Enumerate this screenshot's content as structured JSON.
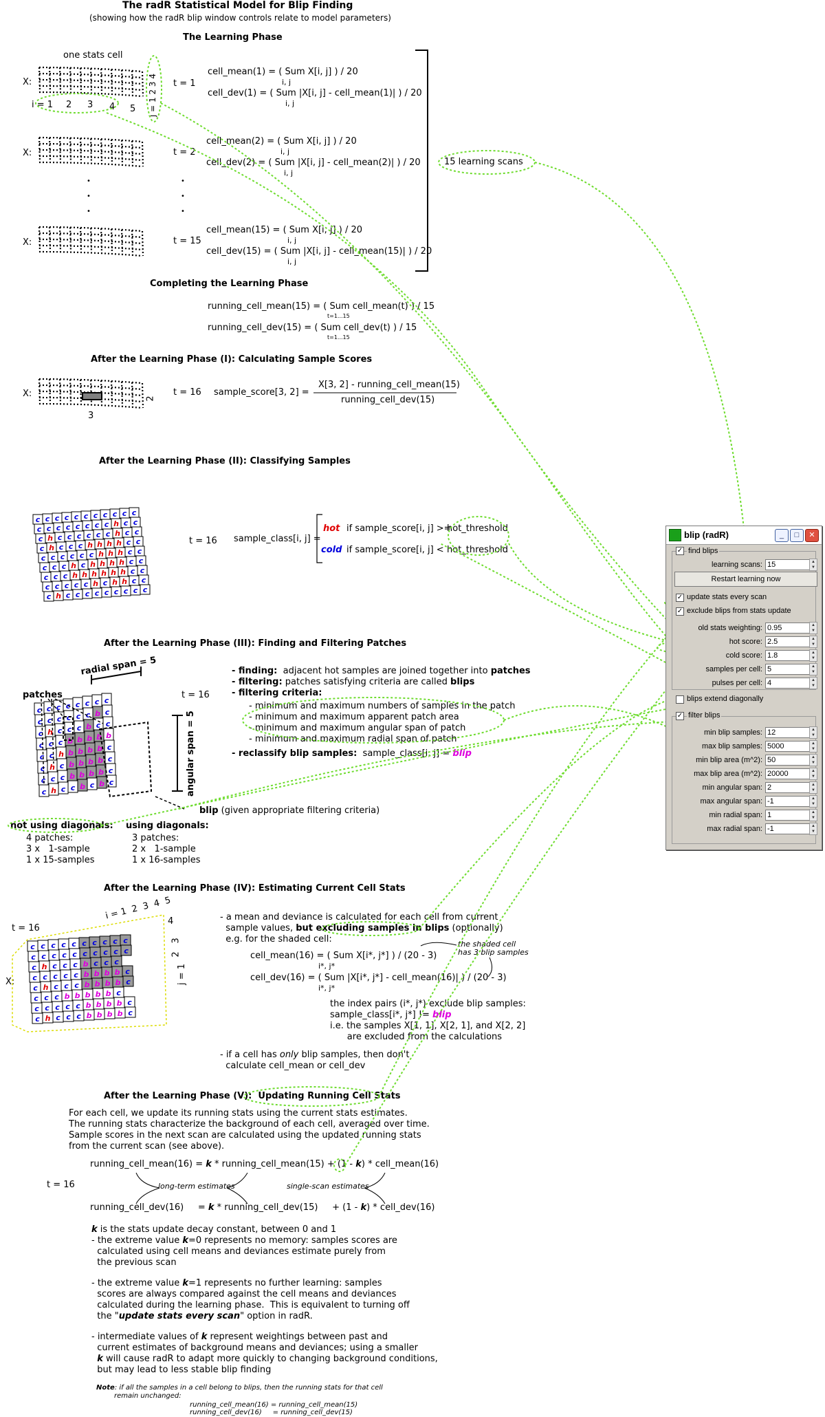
{
  "title": "The radR Statistical Model for Blip Finding",
  "subtitle": "(showing how the radR blip window controls relate to model parameters)",
  "learning": {
    "heading": "The Learning Phase",
    "one_stats_cell": "one stats cell",
    "x_label": "X:",
    "i_label": "i = 1",
    "i_vals": [
      "2",
      "3",
      "4",
      "5"
    ],
    "j_label": "j = 1  2  3  4",
    "t1": "t = 1",
    "t2": "t = 2",
    "t15": "t = 15",
    "dots": "•",
    "mean1": "cell_mean(1) = ( Sum X[i, j] ) / 20",
    "dev1": "cell_dev(1)    = ( Sum |X[i, j] - cell_mean(1)| ) / 20",
    "mean2": "cell_mean(2) = ( Sum X[i, j] ) / 20",
    "dev2": "cell_dev(2)    = ( Sum |X[i, j] - cell_mean(2)| ) / 20",
    "mean15": "cell_mean(15) = ( Sum X[i, j] ) / 20",
    "dev15": "cell_dev(15)    = ( Sum |X[i, j] - cell_mean(15)| ) / 20",
    "ij": "i, j",
    "fifteen_scans": "15 learning scans"
  },
  "completing": {
    "heading": "Completing the Learning Phase",
    "running_mean": "running_cell_mean(15)    =  ( Sum cell_mean(t) ) / 15",
    "running_dev": "running_cell_dev(15)       =  ( Sum cell_dev(t) ) / 15",
    "t_range": "t=1...15"
  },
  "phase1": {
    "heading": "After the Learning Phase (I):  Calculating Sample Scores",
    "x_label": "X:",
    "col3": "3",
    "row2": "2",
    "t16": "t = 16",
    "lhs": "sample_score[3, 2]  =",
    "num": "X[3, 2] - running_cell_mean(15)",
    "den": "running_cell_dev(15)"
  },
  "phase2": {
    "heading": "After the Learning Phase (II):  Classifying Samples",
    "t16": "t = 16",
    "lhs": "sample_class[i, j] =",
    "hot": "hot",
    "cold": "cold",
    "hot_cond": "if sample_score[i, j] >=",
    "cold_cond": "if sample_score[i, j]  <",
    "threshold": "hot_threshold"
  },
  "phase3": {
    "heading": "After the Learning Phase (III):  Finding and Filtering Patches",
    "radial_span": "radial span = 5",
    "angular_span": "angular span = 5",
    "patches": "patches",
    "t16": "t = 16",
    "finding_key": "- finding:",
    "finding_txt": "  adjacent hot samples are joined together into ",
    "finding_bold": "patches",
    "filtering_key": "- filtering:",
    "filtering_txt": " patches satisfying criteria are called ",
    "filtering_bold": "blips",
    "criteria": "- filtering criteria:",
    "crit": [
      "- minimum and maximum numbers of samples in the patch",
      "- minimum and maximum apparent patch area",
      "- minimum and maximum angular span of patch",
      "- minimum and maximum radial span of patch"
    ],
    "reclassify_key": "- reclassify blip samples:",
    "reclassify_txt": "  sample_class[i, j] = ",
    "blip": "blip",
    "blip_caption_b": "blip",
    "blip_caption": " (given appropriate filtering criteria)",
    "nodiag": "not using diagonals:",
    "nodiag_lines": [
      "4 patches:",
      "3 x   1-sample",
      "1 x 15-samples"
    ],
    "diag": "using diagonals:",
    "diag_lines": [
      "3 patches:",
      "2 x   1-sample",
      "1 x 16-samples"
    ]
  },
  "phase4": {
    "heading": "After the Learning Phase (IV):  Estimating Current Cell Stats",
    "t16": "t = 16",
    "x_label": "X:",
    "i_label": "i = 1  2  3  4  5",
    "j_labels": [
      "4",
      "3",
      "2",
      "j = 1"
    ],
    "line1": "- a mean and deviance is calculated for each cell from current",
    "line2a": "  sample values, ",
    "line2b": "but ",
    "line2c": "excluding samples in blips",
    "line2d": " (optionally)",
    "line3": "  e.g. for the shaded cell:",
    "note": "the shaded cell",
    "note2": "has 3 blip samples",
    "mean16": "cell_mean(16) = ( Sum X[i*, j*] ) / (20 - 3)",
    "dev16": "cell_dev(16)     = ( Sum |X[i*, j*] - cell_mean(16)| ) / (20 - 3)",
    "istar": "i*, j*",
    "idx1": "the index pairs (i*, j*) exclude blip samples:",
    "idx2": "sample_class[i*, j*] != ",
    "idx3": "i.e. the samples X[1, 1], X[2, 1], and X[2, 2]",
    "idx4": "      are excluded from the calculations",
    "only1a": "- if a cell has ",
    "only1b": "only",
    "only1c": " blip samples, then don't",
    "only2": "  calculate cell_mean or cell_dev"
  },
  "phase5": {
    "heading_a": "After the Learning Phase (V):  ",
    "heading_b": "Updating Running Cell Stats",
    "intro": [
      "For each cell, we update its running stats using the current stats estimates.",
      "The running stats characterize the background of each cell, averaged over time.",
      "Sample scores in the next scan are calculated using the updated running stats",
      "from the current scan (see above)."
    ],
    "t16": "t = 16",
    "rm_a": "running_cell_mean(16) = ",
    "k": "k",
    "rm_b": " * running_cell_mean(15) + (1 - ",
    "rm_c": ") * cell_mean(16)",
    "rd_a": "running_cell_dev(16)     = ",
    "rd_b": " * running_cell_dev(15)     + (1 - ",
    "rd_c": ") * cell_dev(16)",
    "long_term": "long-term estimates",
    "single_scan": "single-scan estimates",
    "k_desc": " is the stats update decay constant, between 0 and 1",
    "k0": [
      "- the extreme value ",
      "=0 represents no memory:  samples scores are",
      "  calculated using cell means and deviances estimate purely from",
      "  the previous scan"
    ],
    "k1": [
      "- the extreme value ",
      "=1 represents no further learning:  samples",
      "  scores are always compared against the cell means and deviances",
      "  calculated during the learning phase.  This is equivalent to turning off",
      "  the \"",
      "update stats every scan",
      "\" option in radR."
    ],
    "kmid": [
      "- intermediate values of ",
      " represent weightings between past and",
      "  current estimates of background means and deviances; using a smaller",
      " will cause radR to adapt more quickly to changing background conditions,",
      "  but may lead to less stable blip finding"
    ],
    "note_b": "Note",
    "note": ":  if all the samples in a cell belong to blips, then the running stats for that cell",
    "note2": "remain unchanged:",
    "note3": "running_cell_mean(16) = running_cell_mean(15)",
    "note4": "running_cell_dev(16)     = running_cell_dev(15)"
  },
  "radr": {
    "title": "blip (radR)",
    "find_blips": "find blips",
    "learning_scans_label": "learning scans:",
    "learning_scans": "15",
    "restart": "Restart learning now",
    "update_stats": "update stats every scan",
    "exclude_blips": "exclude blips from stats update",
    "fields": [
      {
        "label": "old stats weighting:",
        "value": "0.95"
      },
      {
        "label": "hot score:",
        "value": "2.5"
      },
      {
        "label": "cold score:",
        "value": "1.8"
      },
      {
        "label": "samples per cell:",
        "value": "5"
      },
      {
        "label": "pulses per cell:",
        "value": "4"
      }
    ],
    "extend_diag": "blips extend diagonally",
    "filter_blips": "filter blips",
    "filters": [
      {
        "label": "min blip samples:",
        "value": "12"
      },
      {
        "label": "max blip samples:",
        "value": "5000"
      },
      {
        "label": "min blip area (m^2):",
        "value": "50"
      },
      {
        "label": "max blip area (m^2):",
        "value": "20000"
      },
      {
        "label": "min angular span:",
        "value": "2"
      },
      {
        "label": "max angular span:",
        "value": "-1"
      },
      {
        "label": "min radial span:",
        "value": "1"
      },
      {
        "label": "max radial span:",
        "value": "-1"
      }
    ],
    "checkmark": "✓",
    "minimize": "_",
    "maximize": "□",
    "close": "✕",
    "spin_up": "▲",
    "spin_down": "▼"
  },
  "grids": {
    "phase2_letters": [
      "ccccccccccc",
      "cccccccchcc",
      "chcccccchcc",
      "chccchhhhcc",
      "cccccchhhcc",
      "ccchchhhhcc",
      "ccchhhhhhcc",
      "ccccchchhcc",
      "chccccccccc"
    ],
    "phase3_letters": [
      "cccccccc",
      "ccccccbc",
      "chcccbcc",
      "cccbbbbb",
      "cchbbbbc",
      "chcbbbbc",
      "cccbbbbc",
      "chccbcbc"
    ],
    "phase4_letters": [
      "cccccccccc",
      "cccccccccc",
      "chcccbccc",
      "cccccbbbbc",
      "chcccbbbbc",
      "cccbbbbbc",
      "cccccbbbbc",
      "chcccbbbbc"
    ]
  }
}
